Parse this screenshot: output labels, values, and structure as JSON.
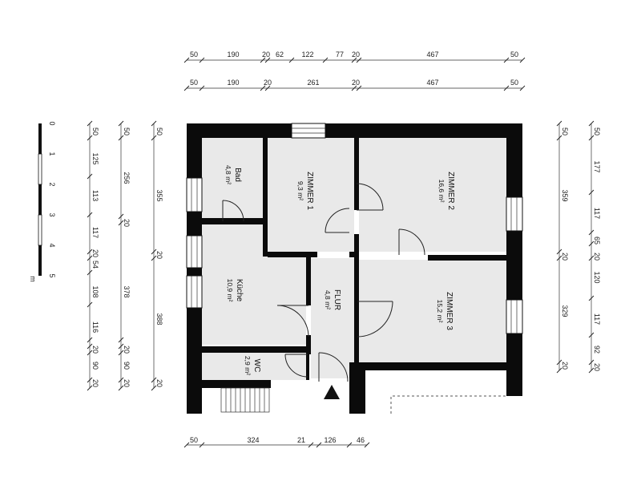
{
  "dimensions": {
    "top_row_1": [
      "50",
      "190",
      "20",
      "62",
      "122",
      "77",
      "20",
      "467",
      "50"
    ],
    "top_row_2": [
      "50",
      "190",
      "20",
      "261",
      "20",
      "467",
      "50"
    ],
    "bottom_row": [
      "50",
      "324",
      "21",
      "126",
      "46"
    ],
    "left_col_1": [
      "50",
      "125",
      "113",
      "117",
      "20",
      "54",
      "108",
      "116",
      "20",
      "90",
      "20"
    ],
    "left_col_2": [
      "50",
      "256",
      "20",
      "378",
      "20",
      "90",
      "20"
    ],
    "left_col_3": [
      "50",
      "355",
      "20",
      "388",
      "20"
    ],
    "right_col_1": [
      "50",
      "359",
      "20",
      "329",
      "20"
    ],
    "right_col_2": [
      "50",
      "177",
      "117",
      "65",
      "20",
      "120",
      "117",
      "92",
      "20"
    ]
  },
  "scale": {
    "ticks": [
      "0",
      "1",
      "2",
      "3",
      "4",
      "5"
    ],
    "unit": "m"
  },
  "rooms": {
    "bad": {
      "name": "Bad",
      "area": "4,8 m²"
    },
    "zimmer1": {
      "name": "ZIMMER 1",
      "area": "9,3 m²"
    },
    "zimmer2": {
      "name": "ZIMMER 2",
      "area": "16,6 m²"
    },
    "kueche": {
      "name": "Küche",
      "area": "10,9 m²"
    },
    "flur": {
      "name": "FLUR",
      "area": "4,8 m²"
    },
    "zimmer3": {
      "name": "ZIMMER 3",
      "area": "15,2 m²"
    },
    "wc": {
      "name": "WC",
      "area": "2,9 m²"
    }
  }
}
